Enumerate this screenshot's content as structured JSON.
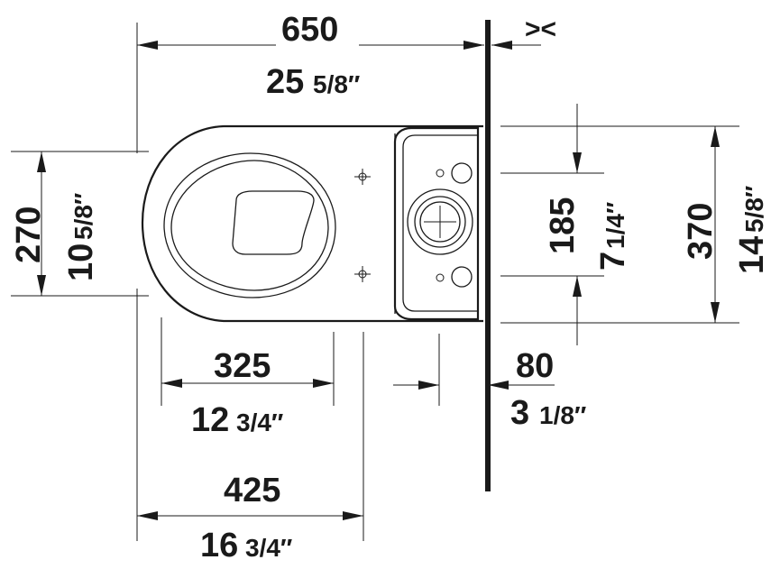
{
  "dimensions": {
    "overall_length": {
      "mm": "650",
      "inch_whole": "25",
      "inch_frac": "5/8″"
    },
    "overall_width": {
      "mm": "270",
      "inch_whole": "10",
      "inch_frac": "5/8″"
    },
    "bolt_spacing": {
      "mm": "185",
      "inch_whole": "7",
      "inch_frac": "1/4″"
    },
    "tank_width": {
      "mm": "370",
      "inch_whole": "14",
      "inch_frac": "5/8″"
    },
    "front_to_fixing": {
      "mm": "325",
      "inch_whole": "12",
      "inch_frac": "3/4″"
    },
    "wall_to_outlet": {
      "mm": "80",
      "inch_whole": "3",
      "inch_frac": "1/8″"
    },
    "front_to_outlet": {
      "mm": "425",
      "inch_whole": "16",
      "inch_frac": "3/4″"
    }
  },
  "wall_symbol": "><"
}
